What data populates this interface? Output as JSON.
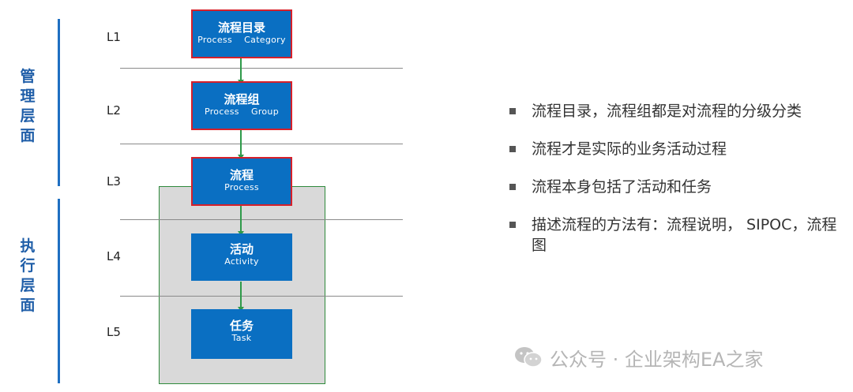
{
  "side_labels": {
    "management": "管理层面",
    "execution": "执行层面"
  },
  "levels": [
    "L1",
    "L2",
    "L3",
    "L4",
    "L5"
  ],
  "boxes": [
    {
      "cn": "流程目录",
      "en": "Process    Category"
    },
    {
      "cn": "流程组",
      "en": "Process    Group"
    },
    {
      "cn": "流程",
      "en": "Process"
    },
    {
      "cn": "活动",
      "en": "Activity"
    },
    {
      "cn": "任务",
      "en": "Task"
    }
  ],
  "bullets": [
    "流程目录，流程组都是对流程的分级分类",
    "流程才是实际的业务活动过程",
    "流程本身包括了活动和任务",
    "描述流程的方法有：流程说明， SIPOC，流程图"
  ],
  "watermark": "公众号 · 企业架构EA之家",
  "colors": {
    "box_fill": "#0a6fc2",
    "box_border_red": "#d6202a",
    "arrow": "#2f9a4a",
    "side_accent": "#1f6fc1",
    "gray_region": "#d9d9d9"
  },
  "icons": {
    "bullet": "square-bullet",
    "watermark": "wechat-icon"
  }
}
